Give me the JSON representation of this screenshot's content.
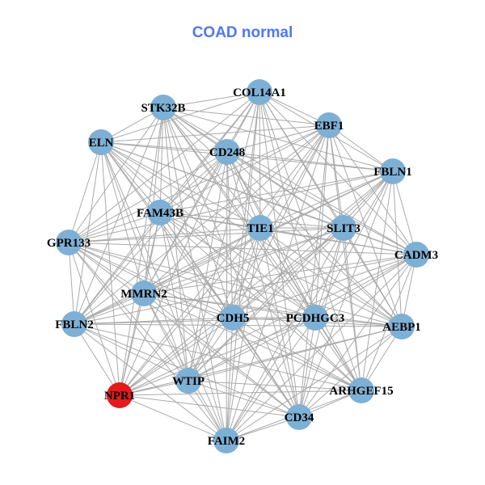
{
  "title": "COAD normal",
  "colors": {
    "title": "#4F78F0",
    "node": "#7EB0D5",
    "highlight": "#E31A1C",
    "edge": "#AAAAAA"
  },
  "nodes": [
    {
      "name": "COL14A1",
      "highlight": false
    },
    {
      "name": "STK32B",
      "highlight": false
    },
    {
      "name": "EBF1",
      "highlight": false
    },
    {
      "name": "CD248",
      "highlight": false
    },
    {
      "name": "ELN",
      "highlight": false
    },
    {
      "name": "FBLN1",
      "highlight": false
    },
    {
      "name": "FAM43B",
      "highlight": false
    },
    {
      "name": "TIE1",
      "highlight": false
    },
    {
      "name": "SLIT3",
      "highlight": false
    },
    {
      "name": "GPR133",
      "highlight": false
    },
    {
      "name": "CADM3",
      "highlight": false
    },
    {
      "name": "MMRN2",
      "highlight": false
    },
    {
      "name": "CDH5",
      "highlight": false
    },
    {
      "name": "PCDHGC3",
      "highlight": false
    },
    {
      "name": "FBLN2",
      "highlight": false
    },
    {
      "name": "AEBP1",
      "highlight": false
    },
    {
      "name": "NPR1",
      "highlight": true
    },
    {
      "name": "WTIP",
      "highlight": false
    },
    {
      "name": "ARHGEF15",
      "highlight": false
    },
    {
      "name": "CD34",
      "highlight": false
    },
    {
      "name": "FAIM2",
      "highlight": false
    }
  ],
  "adjacency": {
    "COL14A1": [
      "STK32B",
      "EBF1",
      "CD248",
      "ELN",
      "FBLN1",
      "FAM43B",
      "TIE1",
      "SLIT3",
      "GPR133",
      "CADM3",
      "MMRN2",
      "CDH5",
      "PCDHGC3",
      "FBLN2",
      "AEBP1",
      "WTIP",
      "ARHGEF15",
      "CD34",
      "FAIM2"
    ],
    "STK32B": [
      "EBF1",
      "CD248",
      "ELN",
      "FBLN1",
      "FAM43B",
      "TIE1",
      "SLIT3",
      "GPR133",
      "CADM3",
      "MMRN2",
      "CDH5",
      "PCDHGC3",
      "FBLN2",
      "AEBP1",
      "NPR1",
      "WTIP",
      "ARHGEF15",
      "CD34",
      "FAIM2"
    ],
    "EBF1": [
      "CD248",
      "ELN",
      "FBLN1",
      "FAM43B",
      "TIE1",
      "SLIT3",
      "GPR133",
      "CADM3",
      "MMRN2",
      "CDH5",
      "PCDHGC3",
      "FBLN2",
      "AEBP1",
      "NPR1",
      "WTIP",
      "ARHGEF15",
      "CD34",
      "FAIM2"
    ],
    "CD248": [
      "ELN",
      "FBLN1",
      "FAM43B",
      "TIE1",
      "SLIT3",
      "GPR133",
      "CADM3",
      "MMRN2",
      "CDH5",
      "PCDHGC3",
      "FBLN2",
      "AEBP1",
      "NPR1",
      "WTIP",
      "ARHGEF15",
      "CD34",
      "FAIM2"
    ],
    "ELN": [
      "FBLN1",
      "FAM43B",
      "TIE1",
      "SLIT3",
      "GPR133",
      "CADM3",
      "MMRN2",
      "CDH5",
      "PCDHGC3",
      "FBLN2",
      "AEBP1",
      "NPR1",
      "WTIP",
      "ARHGEF15",
      "CD34",
      "FAIM2"
    ],
    "FBLN1": [
      "FAM43B",
      "TIE1",
      "SLIT3",
      "GPR133",
      "CADM3",
      "MMRN2",
      "CDH5",
      "PCDHGC3",
      "FBLN2",
      "AEBP1",
      "NPR1",
      "WTIP",
      "ARHGEF15",
      "CD34",
      "FAIM2"
    ],
    "FAM43B": [
      "TIE1",
      "SLIT3",
      "GPR133",
      "CADM3",
      "MMRN2",
      "CDH5",
      "PCDHGC3",
      "FBLN2",
      "AEBP1",
      "NPR1",
      "WTIP",
      "ARHGEF15",
      "CD34",
      "FAIM2"
    ],
    "TIE1": [
      "SLIT3",
      "GPR133",
      "CADM3",
      "MMRN2",
      "CDH5",
      "PCDHGC3",
      "FBLN2",
      "AEBP1",
      "NPR1",
      "WTIP",
      "ARHGEF15",
      "CD34",
      "FAIM2"
    ],
    "SLIT3": [
      "GPR133",
      "CADM3",
      "MMRN2",
      "CDH5",
      "PCDHGC3",
      "FBLN2",
      "AEBP1",
      "NPR1",
      "WTIP",
      "ARHGEF15",
      "CD34",
      "FAIM2"
    ],
    "GPR133": [
      "CADM3",
      "MMRN2",
      "CDH5",
      "PCDHGC3",
      "FBLN2",
      "AEBP1",
      "NPR1",
      "WTIP",
      "ARHGEF15",
      "CD34",
      "FAIM2"
    ],
    "CADM3": [
      "MMRN2",
      "CDH5",
      "PCDHGC3",
      "FBLN2",
      "AEBP1",
      "NPR1",
      "WTIP",
      "ARHGEF15",
      "CD34",
      "FAIM2"
    ],
    "MMRN2": [
      "CDH5",
      "PCDHGC3",
      "FBLN2",
      "AEBP1",
      "NPR1",
      "WTIP",
      "ARHGEF15",
      "CD34",
      "FAIM2"
    ],
    "CDH5": [
      "PCDHGC3",
      "FBLN2",
      "AEBP1",
      "NPR1",
      "WTIP",
      "ARHGEF15",
      "CD34",
      "FAIM2"
    ],
    "PCDHGC3": [
      "FBLN2",
      "AEBP1",
      "NPR1",
      "WTIP",
      "ARHGEF15",
      "CD34",
      "FAIM2"
    ],
    "FBLN2": [
      "AEBP1",
      "NPR1",
      "WTIP",
      "ARHGEF15",
      "CD34",
      "FAIM2"
    ],
    "AEBP1": [
      "NPR1",
      "WTIP",
      "ARHGEF15",
      "CD34",
      "FAIM2"
    ],
    "NPR1": [
      "WTIP",
      "ARHGEF15",
      "CD34",
      "FAIM2"
    ],
    "WTIP": [
      "ARHGEF15",
      "CD34",
      "FAIM2"
    ],
    "ARHGEF15": [
      "CD34",
      "FAIM2"
    ],
    "CD34": [
      "FAIM2"
    ]
  }
}
